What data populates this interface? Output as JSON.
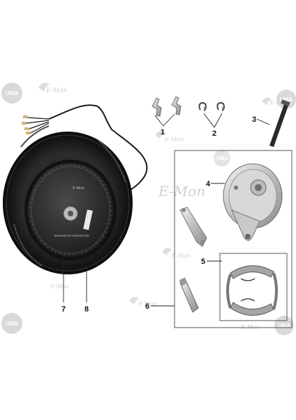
{
  "watermark": {
    "logo_text": "UMA",
    "brand_text": "E-Mon"
  },
  "hub_motor": {
    "brand_label": "E-Mon",
    "rim_text": "BRUSHLESS HUB MOTOR"
  },
  "callouts": [
    {
      "id": "1",
      "label": "1"
    },
    {
      "id": "2",
      "label": "2"
    },
    {
      "id": "3",
      "label": "3"
    },
    {
      "id": "4",
      "label": "4"
    },
    {
      "id": "5",
      "label": "5"
    },
    {
      "id": "6",
      "label": "6"
    },
    {
      "id": "7",
      "label": "7"
    },
    {
      "id": "8",
      "label": "8"
    }
  ],
  "colors": {
    "tire": "#1c1c1c",
    "hub": "#2a2a2a",
    "metal": "#c9c9c9",
    "line": "#222222",
    "watermark": "#d4d4d4"
  }
}
